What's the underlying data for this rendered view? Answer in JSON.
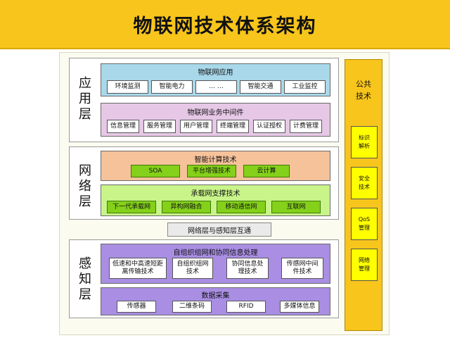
{
  "title": "物联网技术体系架构",
  "layers": {
    "application": {
      "label": "应用层",
      "groups": [
        {
          "title": "物联网应用",
          "items": [
            "环境监测",
            "智能电力",
            "… …",
            "智能交通",
            "工业监控"
          ]
        },
        {
          "title": "物联网业务中间件",
          "items": [
            "信息管理",
            "服务管理",
            "用户管理",
            "终端管理",
            "认证授权",
            "计费管理"
          ]
        }
      ]
    },
    "network": {
      "label": "网络层",
      "groups": [
        {
          "title": "智能计算技术",
          "items": [
            "SOA",
            "平台增强技术",
            "云计算"
          ]
        },
        {
          "title": "承载网支撑技术",
          "items": [
            "下一代承载网",
            "异构网融合",
            "移动通信网",
            "互联网"
          ]
        }
      ]
    },
    "bridge": "网络层与感知层互通",
    "perception": {
      "label": "感知层",
      "groups": [
        {
          "title": "自组织组网和协同信息处理",
          "items": [
            "低速和中高速短距离传输技术",
            "自组织组网技术",
            "协同信息处理技术",
            "传感网中间件技术"
          ]
        },
        {
          "title": "数据采集",
          "items": [
            "传感器",
            "二维条码",
            "RFID",
            "多媒体信息"
          ]
        }
      ]
    }
  },
  "common": {
    "title": "公共技术",
    "items": [
      "标识解析",
      "安全技术",
      "QoS管理",
      "网络管理"
    ]
  },
  "colors": {
    "title_bar": "#f7c51c",
    "application_group": "#a8d8ea",
    "middleware_group": "#e6c8e6",
    "computing_group": "#f6c29a",
    "bearer_group": "#c8f48a",
    "green_item": "#84d01a",
    "perception_group": "#a98ee3",
    "common_panel": "#f7c51c",
    "common_item": "#ffff00"
  }
}
